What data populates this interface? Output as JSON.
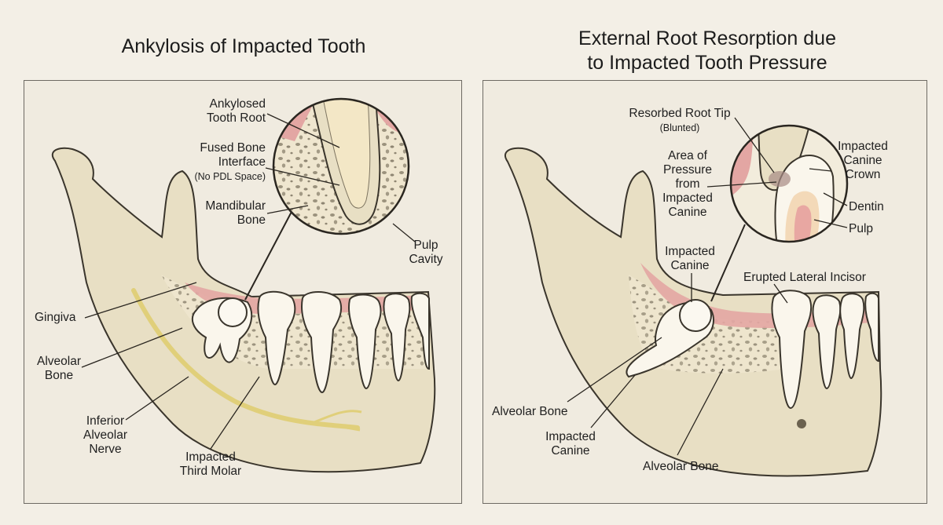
{
  "titles": {
    "left": "Ankylosis of Impacted Tooth",
    "right_line1": "External Root Resorption due",
    "right_line2": "to Impacted Tooth Pressure"
  },
  "left_labels": {
    "ankylosed_line1": "Ankylosed",
    "ankylosed_line2": "Tooth Root",
    "fused_line1": "Fused Bone",
    "fused_line2": "Interface",
    "fused_note": "(No PDL Space)",
    "mandibular_line1": "Mandibular",
    "mandibular_line2": "Bone",
    "pulp_line1": "Pulp",
    "pulp_line2": "Cavity",
    "gingiva": "Gingiva",
    "alveolar_line1": "Alveolar",
    "alveolar_line2": "Bone",
    "nerve_line1": "Inferior",
    "nerve_line2": "Alveolar",
    "nerve_line3": "Nerve",
    "molar_line1": "Impacted",
    "molar_line2": "Third Molar"
  },
  "right_labels": {
    "resorbed_line1": "Resorbed Root Tip",
    "resorbed_note": "(Blunted)",
    "pressure_line1": "Area of",
    "pressure_line2": "Pressure",
    "pressure_line3": "from",
    "pressure_line4": "Impacted",
    "pressure_line5": "Canine",
    "crown_line1": "Impacted",
    "crown_line2": "Canine",
    "crown_line3": "Crown",
    "dentin": "Dentin",
    "pulp": "Pulp",
    "canine_mid_line1": "Impacted",
    "canine_mid_line2": "Canine",
    "erupted": "Erupted Lateral Incisor",
    "alveolar_left": "Alveolar Bone",
    "canine_low_line1": "Impacted",
    "canine_low_line2": "Canine",
    "alveolar_bottom": "Alveolar Bone"
  },
  "colors": {
    "bone": "#e8dfc4",
    "bone_outline": "#3a352c",
    "gum": "#e3a6a3",
    "tooth": "#faf6ec",
    "nerve": "#e0cf7a",
    "pulp": "#e8a7a2",
    "background": "#f3efe6"
  }
}
